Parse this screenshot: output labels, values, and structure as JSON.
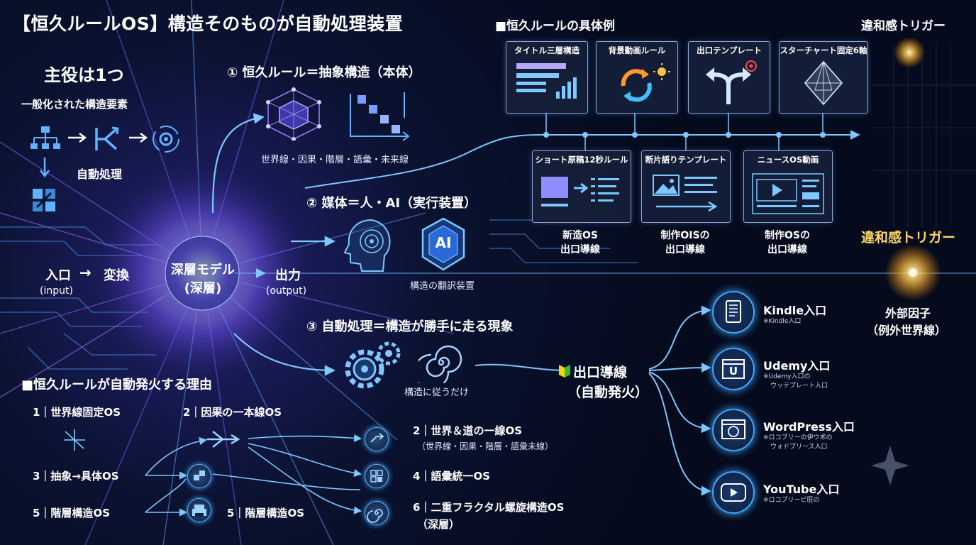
{
  "title": "【恒久ルールOS】構造そのものが自動処理装置",
  "left": {
    "main_actor": "主役は1つ",
    "generalized": "一般化された構造要素",
    "auto_process": "自動処理"
  },
  "flow": {
    "entry": "入口",
    "entry_en": "(input)",
    "arrow": "→",
    "convert": "変換",
    "core_line1": "深層モデル",
    "core_line2": "(深層)",
    "output": "出力",
    "output_en": "(output)"
  },
  "section1": {
    "heading": "① 恒久ルール＝抽象構造（本体）",
    "caption": "世界線・因果・階層・語彙・未来線"
  },
  "section2": {
    "heading": "② 媒体＝人・AI（実行装置）",
    "ai_label": "AI",
    "caption": "構造の翻訳装置"
  },
  "section3": {
    "heading": "③ 自動処理＝構造が勝手に走る現象",
    "caption": "構造に従うだけ"
  },
  "examples": {
    "heading": "■恒久ルールの具体例",
    "top_boxes": [
      "タイトル三層構造",
      "背景動画ルール",
      "出口テンプレート",
      "スターチャート固定6軸"
    ],
    "bottom_boxes": [
      "ショート原稿12秒ルール",
      "断片語りテンプレート",
      "ニュースOS動画"
    ],
    "bottom_caps": [
      {
        "l1": "新造OS",
        "l2": "出口導線"
      },
      {
        "l1": "制作OISの",
        "l2": "出口導線"
      },
      {
        "l1": "制作OSの",
        "l2": "出口導線"
      }
    ]
  },
  "right": {
    "trigger_top": "違和感トリガー",
    "trigger_mid": "違和感トリガー",
    "external1": "外部因子",
    "external2": "（例外世界線）"
  },
  "exit": {
    "label1": "出口導線",
    "label2": "（自動発火）"
  },
  "destinations": [
    {
      "name": "Kindle入口",
      "sub1": "※Kindle入口",
      "sub2": "",
      "icon": "kindle-icon"
    },
    {
      "name": "Udemy入口",
      "sub1": "※Udemy入口の",
      "sub2": "ウッテプレート入口",
      "icon": "udemy-icon"
    },
    {
      "name": "WordPress入口",
      "sub1": "※ロコブリーの伊ウ术の",
      "sub2": "ウォドプリース入口",
      "icon": "wordpress-icon"
    },
    {
      "name": "YouTube入口",
      "sub1": "※ロコブリーピ匪の",
      "sub2": "",
      "icon": "youtube-icon"
    }
  ],
  "reasons": {
    "heading": "■恒久ルールが自動発火する理由",
    "items": [
      {
        "text": "1｜世界線固定OS"
      },
      {
        "text": "2｜因果の一本線OS"
      },
      {
        "text": "3｜抽象→具体OS"
      },
      {
        "text": "5｜階層構造OS"
      },
      {
        "text": "5｜階層構造OS"
      },
      {
        "text": "2｜世界＆道の一線OS"
      },
      {
        "text": "（世界線・因果・階層・語彙未線）"
      },
      {
        "text": "4｜語彙統一OS"
      },
      {
        "text": "6｜二重フラクタル螺旋構造OS"
      },
      {
        "text": "（深層）"
      }
    ]
  },
  "u_letter": "U",
  "colors": {
    "accent": "#3fa6ff",
    "purple": "#a070ff",
    "gold": "#ffd060"
  }
}
